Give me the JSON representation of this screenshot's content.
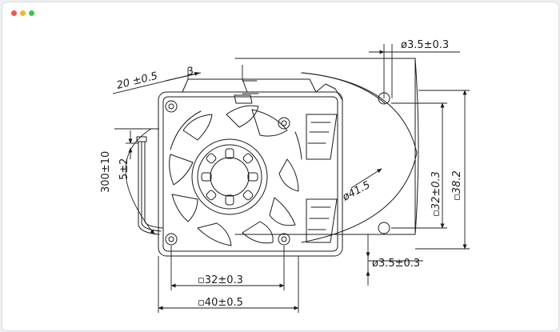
{
  "window": {
    "controls": {
      "close_color": "#f0564c",
      "minimize_color": "#f5b32a",
      "zoom_color": "#35c94a"
    }
  },
  "drawing": {
    "labels": {
      "hole_top": "ø3.5±0.3",
      "hole_bottom": "ø3.5±0.3",
      "depth": "20 ±0.5",
      "flange": "3",
      "lead_length": "300±10",
      "strip_length": "5±2",
      "diameter": "ø41.5",
      "inner_square_right": "▫32±0.3",
      "outer_square_right": "▫38.2",
      "inner_square_bottom": "▫32±0.3",
      "outer_square_bottom": "▫40±0.5"
    },
    "colors": {
      "line": "#1b1b1b",
      "background": "#ffffff"
    }
  }
}
